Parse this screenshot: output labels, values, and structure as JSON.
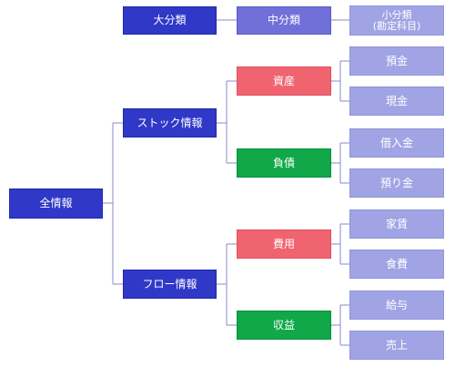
{
  "headers": {
    "level1": "大分類",
    "level2": "中分類",
    "level3": "小分類\n(勘定科目)"
  },
  "root": "全情報",
  "categories": [
    {
      "label": "ストック情報",
      "groups": [
        {
          "label": "資産",
          "color": "#f06470",
          "items": [
            "預金",
            "現金"
          ]
        },
        {
          "label": "負債",
          "color": "#10a848",
          "items": [
            "借入金",
            "預り金"
          ]
        }
      ]
    },
    {
      "label": "フロー情報",
      "groups": [
        {
          "label": "費用",
          "color": "#f06470",
          "items": [
            "家賃",
            "食費"
          ]
        },
        {
          "label": "収益",
          "color": "#10a848",
          "items": [
            "給与",
            "売上"
          ]
        }
      ]
    }
  ],
  "colors": {
    "level1": "#3038c8",
    "level2": "#7070d8",
    "level3": "#a0a4e4",
    "connector": "#8a8ac8"
  }
}
